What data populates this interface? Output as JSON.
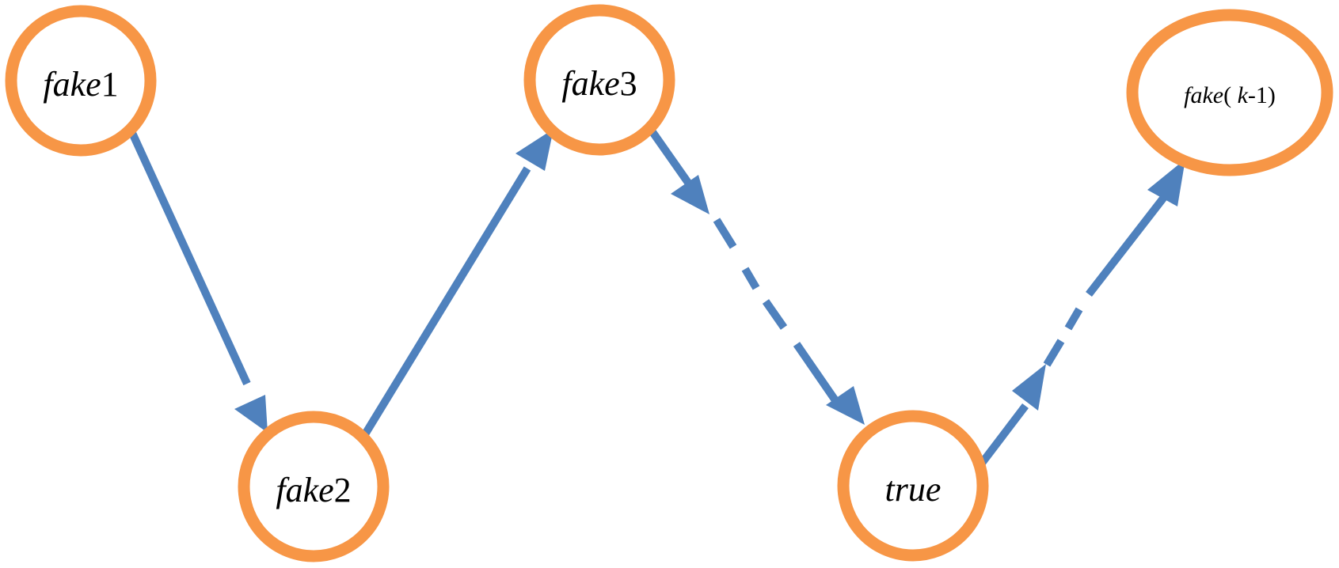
{
  "colors": {
    "node_border": "#F79646",
    "edge": "#4F81BD",
    "text": "#000000",
    "background": "#FFFFFF"
  },
  "nodes": [
    {
      "id": "fake1",
      "label_italic": "fake",
      "label_suffix": "1"
    },
    {
      "id": "fake2",
      "label_italic": "fake",
      "label_suffix": "2"
    },
    {
      "id": "fake3",
      "label_italic": "fake",
      "label_suffix": "3"
    },
    {
      "id": "true",
      "label_italic": "true",
      "label_suffix": ""
    },
    {
      "id": "fake-k-1",
      "label_italic": "fake",
      "label_suffix": "( ",
      "label_italic2": "k",
      "label_suffix2": "-1)"
    }
  ],
  "edges": [
    {
      "from": "fake1",
      "to": "fake2",
      "style": "solid"
    },
    {
      "from": "fake2",
      "to": "fake3",
      "style": "solid"
    },
    {
      "from": "fake3",
      "to": "true",
      "style": "dashed"
    },
    {
      "from": "true",
      "to": "fake-k-1",
      "style": "dashed"
    }
  ]
}
